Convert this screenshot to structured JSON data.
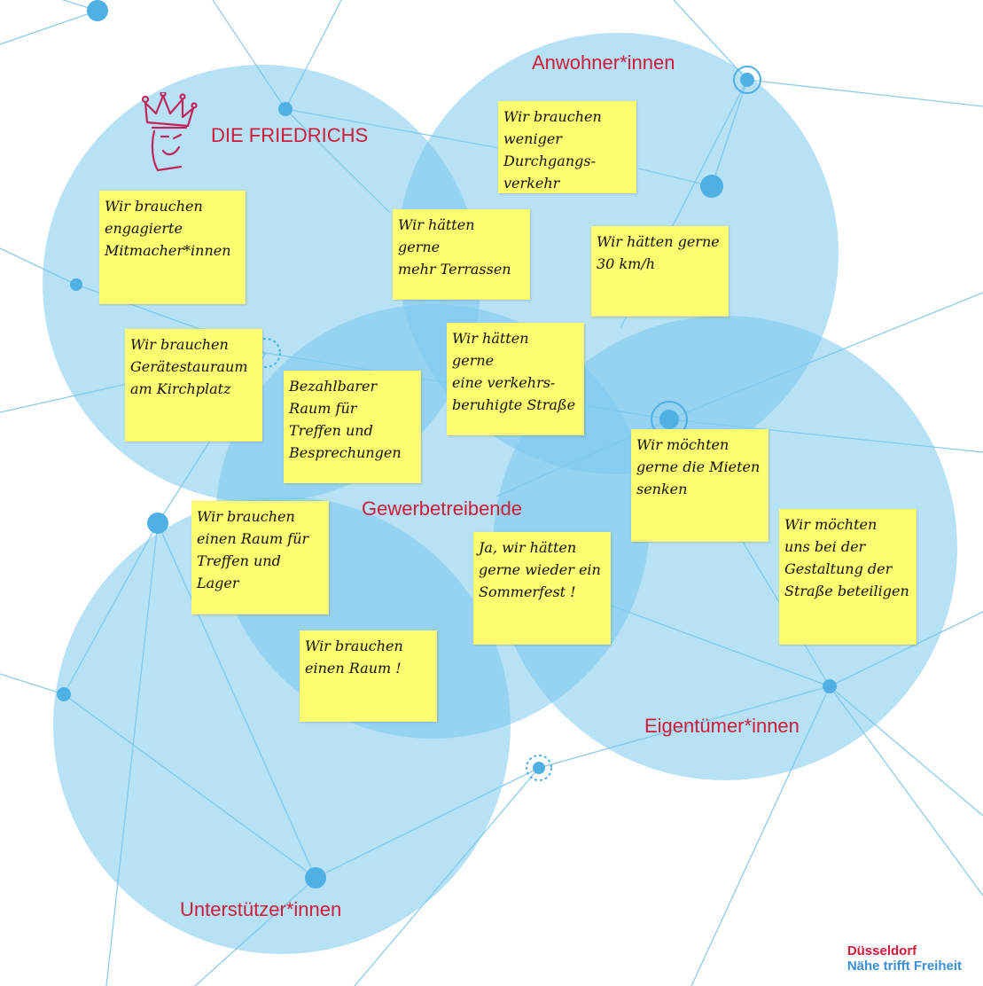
{
  "groups": {
    "anwohner": "Anwohner*innen",
    "gewerbe": "Gewerbetreibende",
    "eigentuemer": "Eigentümer*innen",
    "unterstuetzer": "Unterstützer*innen"
  },
  "logo": {
    "title": "DIE FRIEDRICHS",
    "icon": "crown-face-icon"
  },
  "notes": [
    {
      "text": "Wir brauchen\nweniger\nDurchgangs-\nverkehr"
    },
    {
      "text": "Wir brauchen\nengagierte\nMitmacher*innen"
    },
    {
      "text": "Wir hätten\ngerne\nmehr Terrassen"
    },
    {
      "text": "Wir hätten gerne\n30 km/h"
    },
    {
      "text": "Wir brauchen\nGerätestauraum\nam Kirchplatz"
    },
    {
      "text": "Wir hätten\ngerne\neine verkehrs-\nberuhigte Straße"
    },
    {
      "text": "Bezahlbarer\nRaum für\nTreffen und\nBesprechungen"
    },
    {
      "text": "Wir möchten\ngerne die Mieten\nsenken"
    },
    {
      "text": "Wir möchten\nuns bei der\nGestaltung der\nStraße beteiligen"
    },
    {
      "text": "Wir brauchen\neinen Raum für\nTreffen und\nLager"
    },
    {
      "text": "Ja, wir hätten\ngerne wieder ein\nSommerfest !"
    },
    {
      "text": "Wir brauchen\neinen Raum !"
    }
  ],
  "brand": {
    "line1": "Düsseldorf",
    "line2": "Nähe trifft Freiheit"
  },
  "colors": {
    "circle_fill": "#7cc8ec",
    "label": "#d11a3a",
    "note": "#fdfd72",
    "network": "#5fb4e0"
  }
}
